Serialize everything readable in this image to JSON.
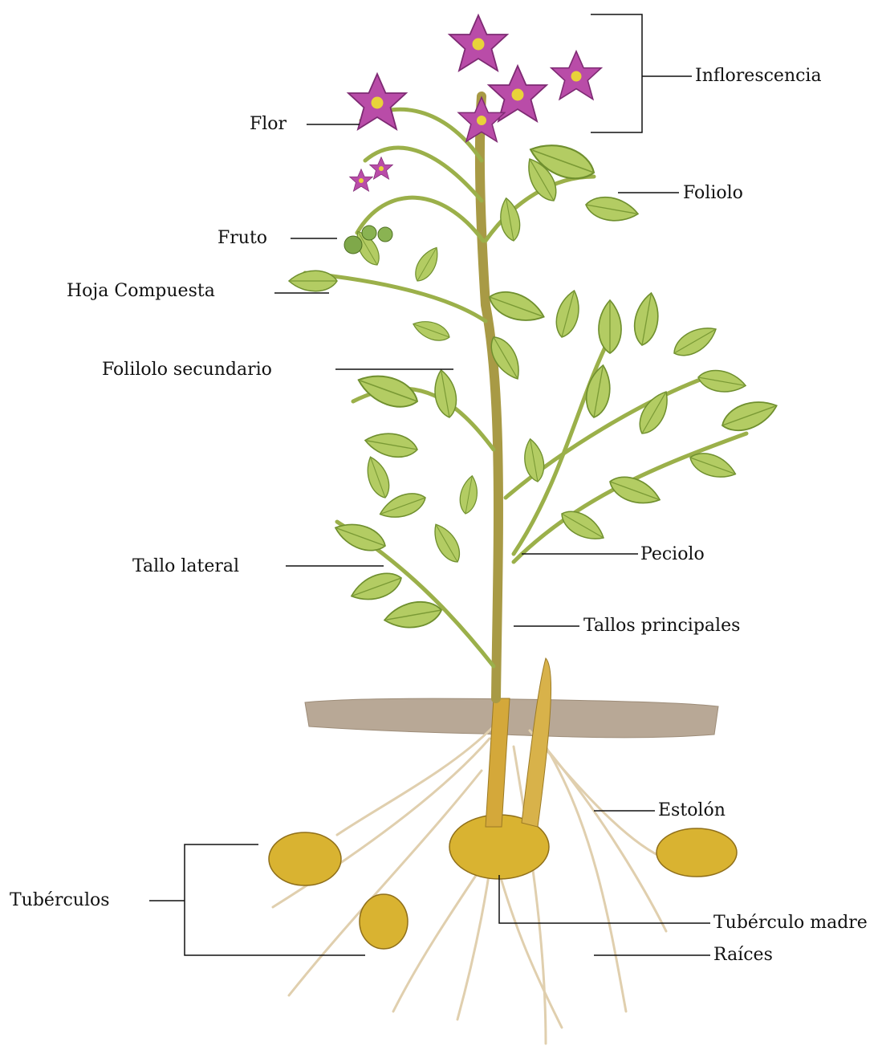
{
  "labels": {
    "inflorescencia": "Inflorescencia",
    "flor": "Flor",
    "foliolo": "Foliolo",
    "fruto": "Fruto",
    "hoja_compuesta": "Hoja Compuesta",
    "folilolo_secundario": "Folilolo secundario",
    "peciolo": "Peciolo",
    "tallo_lateral": "Tallo lateral",
    "tallos_principales": "Tallos principales",
    "estolon": "Estolón",
    "tuberculos": "Tubérculos",
    "tuberculo_madre": "Tubérculo madre",
    "raices": "Raíces"
  },
  "colors": {
    "leaf": "#a9c45a",
    "leaf_dark": "#6f8f2e",
    "stem": "#b8a045",
    "flower": "#b94ca8",
    "flower_center": "#e8d33a",
    "soil": "#b8a896",
    "tuber": "#d9b331",
    "root": "#e0cfae",
    "leader_line": "#111111"
  }
}
